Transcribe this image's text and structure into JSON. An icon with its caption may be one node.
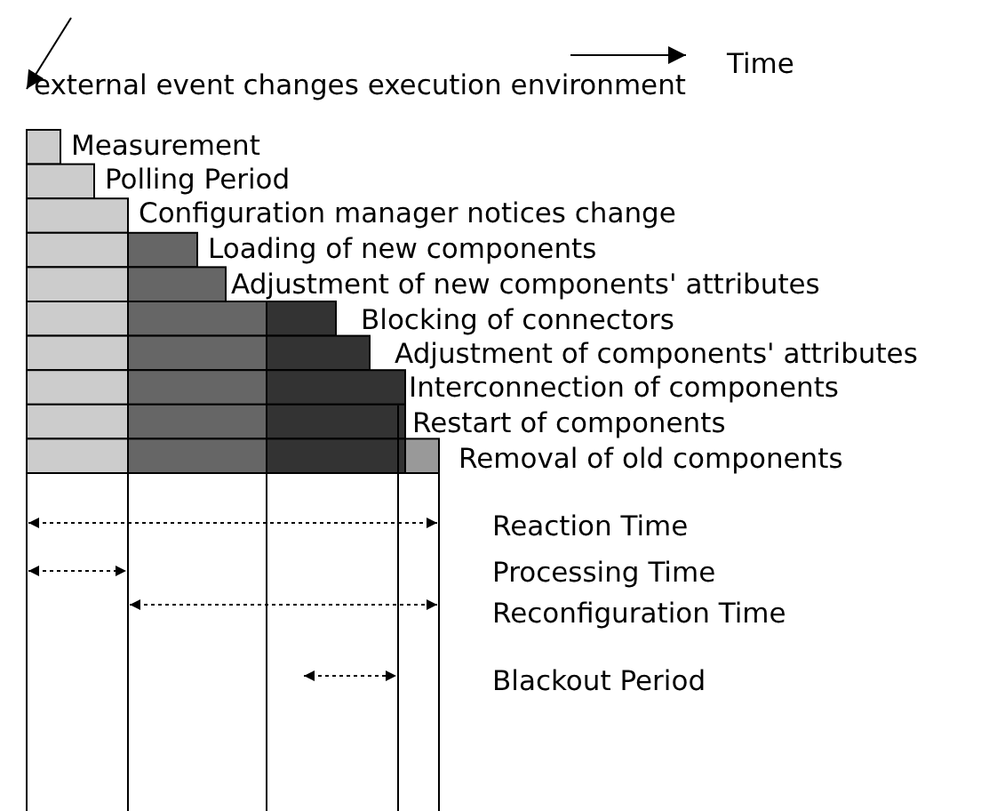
{
  "diagram": {
    "labels": [
      "Time",
      "external event changes execution environment",
      "Measurement",
      "Polling Period",
      "Configuration manager notices change",
      "Loading of new components",
      "Adjustment of new components' attributes",
      "Blocking of connectors",
      "Adjustment of components' attributes",
      "Interconnection of components",
      "Restart of components",
      "Removal of old components",
      "Reaction Time",
      "Processing Time",
      "Reconfiguration Time",
      "Blackout Period"
    ]
  }
}
